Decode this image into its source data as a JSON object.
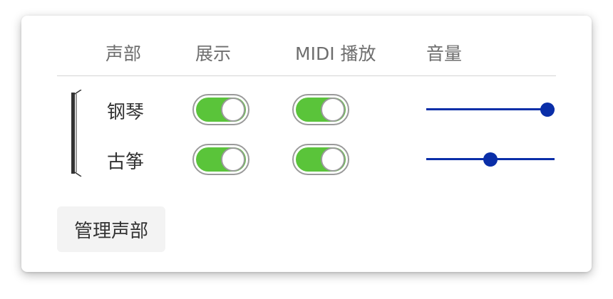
{
  "table": {
    "headers": {
      "part": "声部",
      "show": "展示",
      "midi": "MIDI 播放",
      "volume": "音量"
    },
    "rows": [
      {
        "name": "钢琴",
        "show_on": true,
        "midi_on": true,
        "volume": 1.0
      },
      {
        "name": "古筝",
        "show_on": true,
        "midi_on": true,
        "volume": 0.5
      }
    ]
  },
  "actions": {
    "manage_label": "管理声部"
  },
  "colors": {
    "toggle_on": "#5ac43a",
    "slider": "#0a2ea8",
    "header_text": "#6e6e6e"
  }
}
